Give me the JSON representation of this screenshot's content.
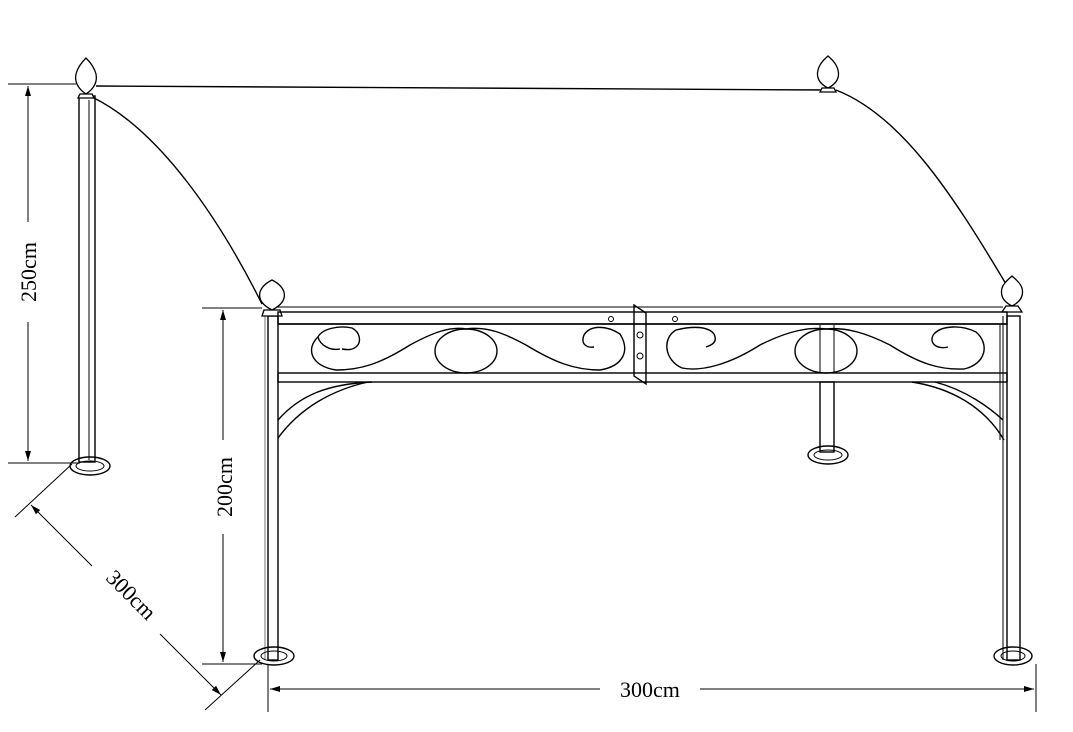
{
  "diagram": {
    "subject": "Wrought-iron pergola / gazebo frame with canopy",
    "dimensions": {
      "back_post_height": "250cm",
      "front_post_height": "200cm",
      "depth": "300cm",
      "width": "300cm"
    },
    "colors": {
      "line": "#000000",
      "background": "#ffffff"
    }
  }
}
